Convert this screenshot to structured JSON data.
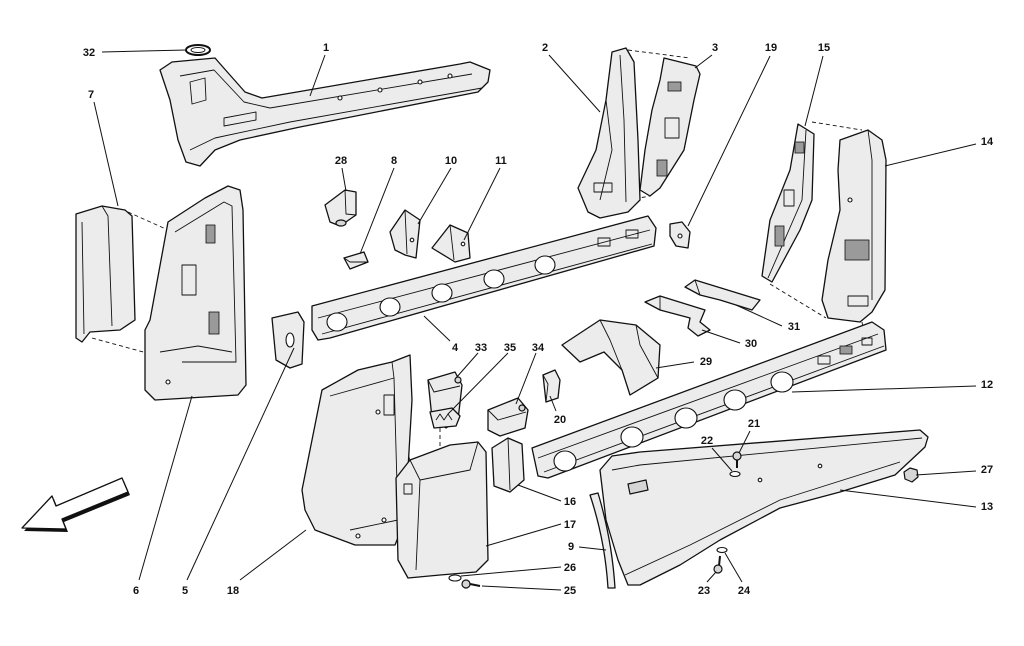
{
  "callouts": {
    "n1": "1",
    "n2": "2",
    "n3": "3",
    "n4": "4",
    "n5": "5",
    "n6": "6",
    "n7": "7",
    "n8": "8",
    "n9": "9",
    "n10": "10",
    "n11": "11",
    "n12": "12",
    "n13": "13",
    "n14": "14",
    "n15": "15",
    "n16": "16",
    "n17": "17",
    "n18": "18",
    "n19": "19",
    "n20": "20",
    "n21": "21",
    "n22": "22",
    "n23": "23",
    "n24": "24",
    "n25": "25",
    "n26": "26",
    "n27": "27",
    "n28": "28",
    "n29": "29",
    "n30": "30",
    "n31": "31",
    "n32": "32",
    "n33": "33",
    "n34": "34",
    "n35": "35"
  },
  "icons": {
    "orientation_arrow": "arrow-down-left-icon"
  },
  "colors": {
    "line": "#111111",
    "part_fill": "#ececec",
    "background": "#ffffff"
  }
}
